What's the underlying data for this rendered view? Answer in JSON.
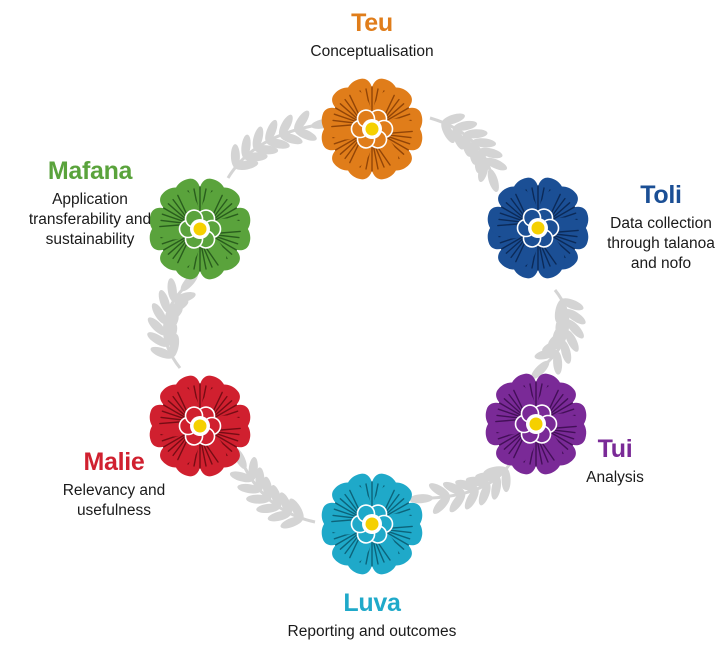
{
  "stages": [
    {
      "id": "teu",
      "title": "Teu",
      "description": [
        "Conceptualisation"
      ],
      "color": "#e07d1a",
      "dark": "#8a3f05"
    },
    {
      "id": "toli",
      "title": "Toli",
      "description": [
        "Data collection",
        "through talanoa",
        "and nofo"
      ],
      "color": "#1b4f95",
      "dark": "#0a2652"
    },
    {
      "id": "tui",
      "title": "Tui",
      "description": [
        "Analysis"
      ],
      "color": "#7a2a97",
      "dark": "#3e0d52"
    },
    {
      "id": "luva",
      "title": "Luva",
      "description": [
        "Reporting and outcomes"
      ],
      "color": "#1fa9c9",
      "dark": "#0a5c72"
    },
    {
      "id": "malie",
      "title": "Malie",
      "description": [
        "Relevancy and",
        "usefulness"
      ],
      "color": "#d0202f",
      "dark": "#6e0a12"
    },
    {
      "id": "mafana",
      "title": "Mafana",
      "description": [
        "Application",
        "transferability and",
        "sustainability"
      ],
      "color": "#5aa33c",
      "dark": "#24561a"
    }
  ],
  "leaf_color": "#d4d4d4",
  "center_color": "#f5d000"
}
